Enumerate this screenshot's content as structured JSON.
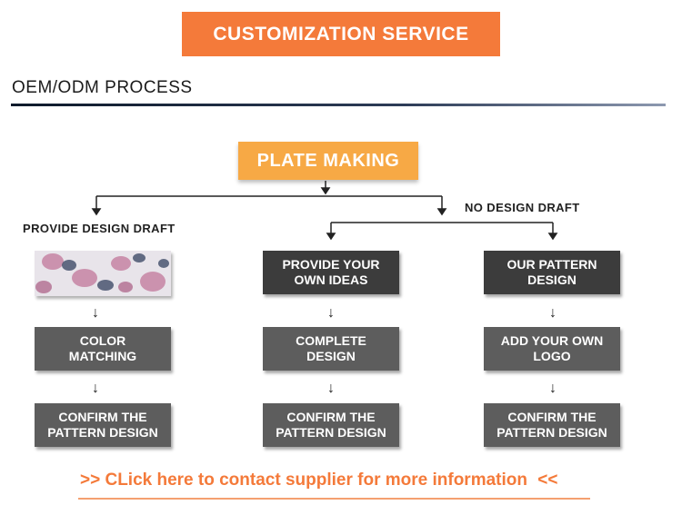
{
  "header": {
    "banner": "CUSTOMIZATION SERVICE"
  },
  "section": {
    "title": "OEM/ODM PROCESS"
  },
  "flow": {
    "root": "PLATE MAKING",
    "left_branch": "PROVIDE DESIGN DRAFT",
    "right_branch": "NO DESIGN DRAFT",
    "columns": [
      {
        "top": "",
        "middle": "COLOR\nMATCHING",
        "bottom": "CONFIRM THE\nPATTERN DESIGN"
      },
      {
        "top": "PROVIDE YOUR\nOWN IDEAS",
        "middle": "COMPLETE\nDESIGN",
        "bottom": "CONFIRM THE\nPATTERN DESIGN"
      },
      {
        "top": "OUR PATTERN\nDESIGN",
        "middle": "ADD YOUR OWN\nLOGO",
        "bottom": "CONFIRM THE\nPATTERN DESIGN"
      }
    ],
    "arrow_glyph": "↓"
  },
  "cta": {
    "text": ">> CLick here to contact supplier for more information",
    "suffix": "<<"
  },
  "colors": {
    "accent": "#f47a3a",
    "plate": "#f7a945",
    "box": "#5d5d5d",
    "box_dark": "#3c3c3c"
  }
}
